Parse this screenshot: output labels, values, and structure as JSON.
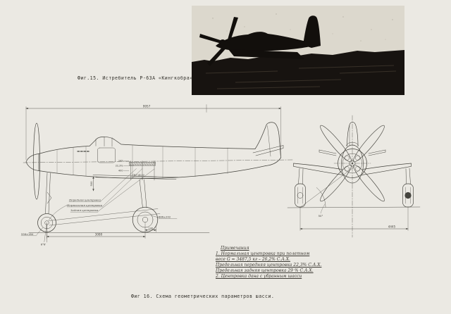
{
  "colors": {
    "paper": "#ebe9e3",
    "ink": "#45443e",
    "photo_dark": "#16120e",
    "photo_bg": "#dcd8cd"
  },
  "captions": {
    "fig15": "Фиг.15. Истребитель Р-63А «Кингкобра»",
    "fig16": "Фиг 16. Схема геометрических параметров шасси."
  },
  "drawing": {
    "dims": {
      "overall_length": "9957",
      "cg_offset_1": "249",
      "cg_offset_2": "22,3%",
      "cg_offset_3": "400",
      "height": "500",
      "waterline": "ГВЛ 4030",
      "nose_strut": "556±184",
      "nose_angle": "6°6'",
      "wheelbase": "3080",
      "axle_offset": "140",
      "main_strut": "886±202",
      "track": "4445",
      "tipback_angle": "50°"
    },
    "cg_labels": {
      "front": "Передняя центровка",
      "normal": "Нормальная центровка",
      "rear": "Задняя центровка"
    }
  },
  "notes": {
    "title": "Примечания",
    "lines": [
      "1. Нормальная центровка при полетном",
      "весе G = 3487,5 кг  –  26,2% С.А.Х.",
      "Предельная передняя центровка 22,3% С.А.Х.",
      "Предельная задняя центровка 29 % С.А.Х.",
      "2. Центровка дана с убранным шасси"
    ]
  }
}
